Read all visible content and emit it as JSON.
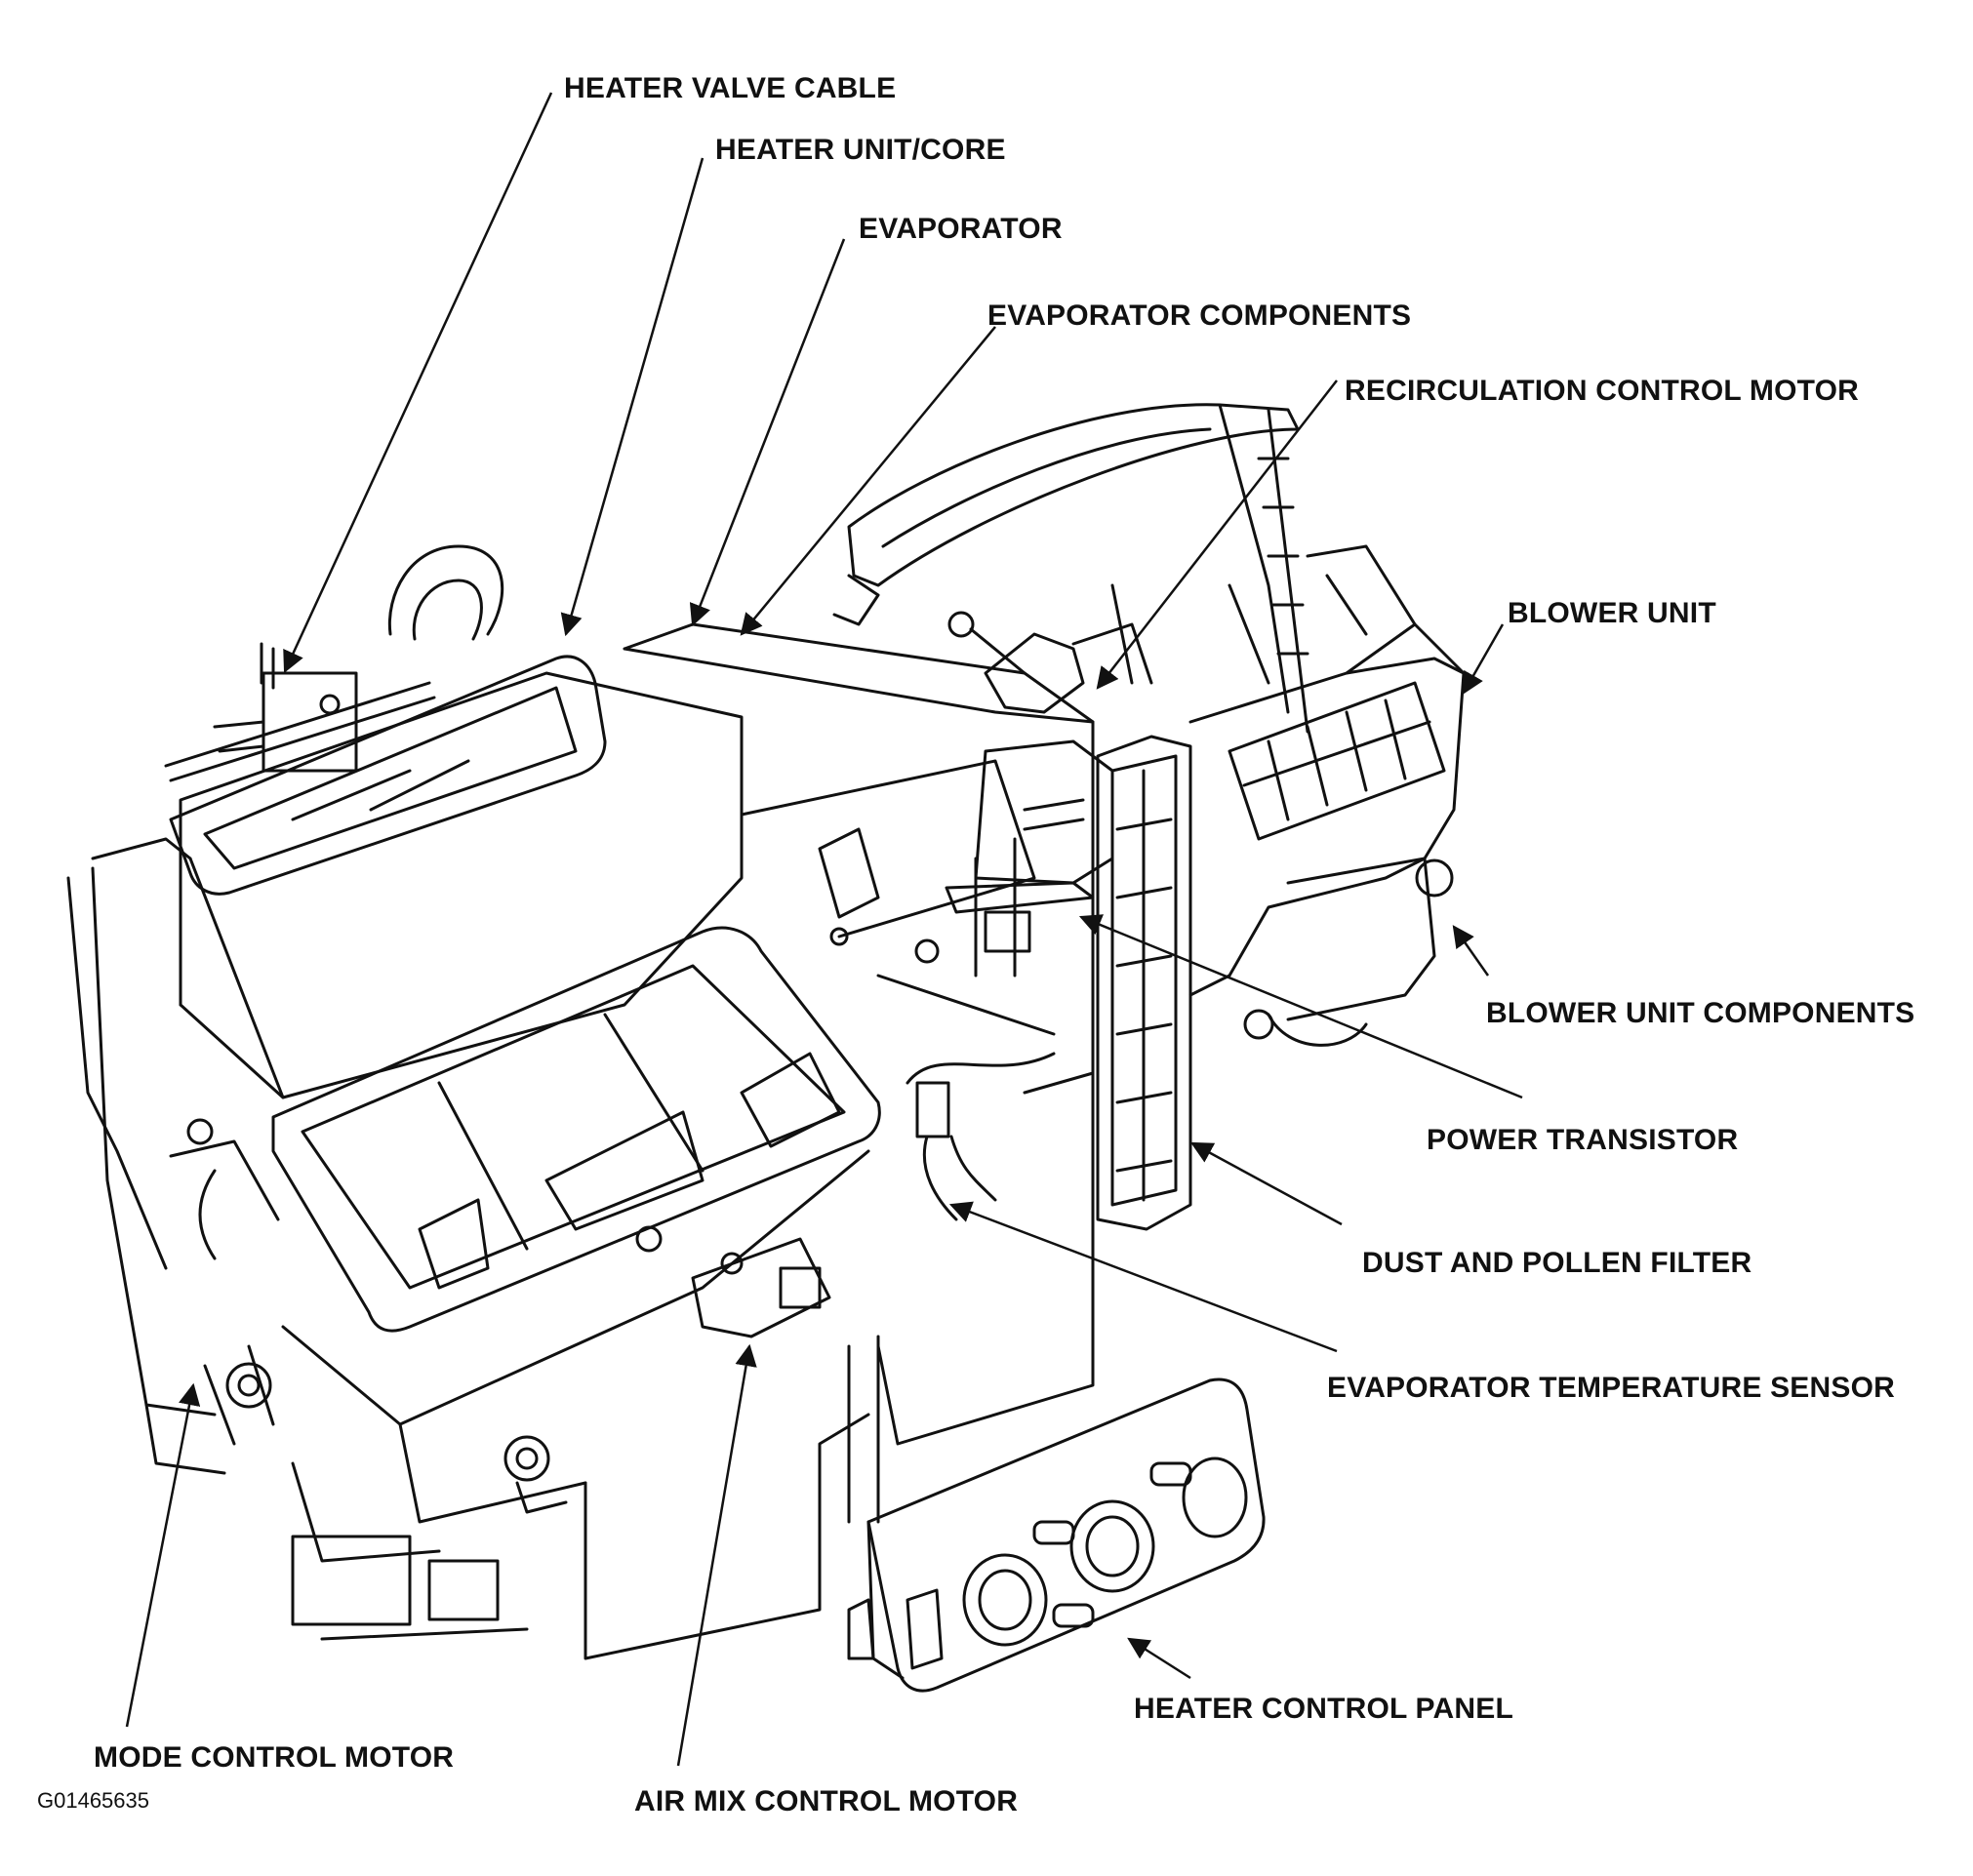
{
  "figure_id": "G01465635",
  "labels": {
    "heater_valve_cable": "HEATER VALVE CABLE",
    "heater_unit_core": "HEATER UNIT/CORE",
    "evaporator": "EVAPORATOR",
    "evaporator_components": "EVAPORATOR COMPONENTS",
    "recirculation_control_motor": "RECIRCULATION CONTROL MOTOR",
    "blower_unit": "BLOWER UNIT",
    "blower_unit_components": "BLOWER UNIT COMPONENTS",
    "power_transistor": "POWER TRANSISTOR",
    "dust_and_pollen_filter": "DUST AND POLLEN FILTER",
    "evaporator_temperature_sensor": "EVAPORATOR TEMPERATURE SENSOR",
    "heater_control_panel": "HEATER CONTROL PANEL",
    "mode_control_motor": "MODE CONTROL MOTOR",
    "air_mix_control_motor": "AIR MIX CONTROL MOTOR"
  },
  "colors": {
    "line": "#111111",
    "background": "#ffffff"
  }
}
